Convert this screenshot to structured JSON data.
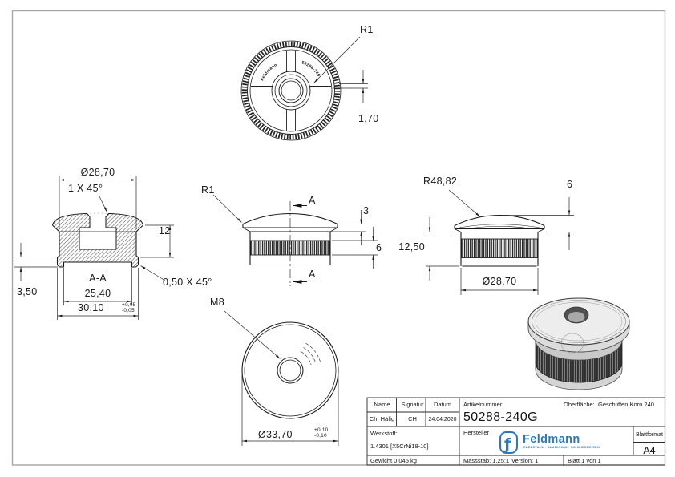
{
  "views": {
    "top": {
      "r1": "R1",
      "dim170": "1,70",
      "embossLeft": "Feldmann",
      "embossRight": "50288-240"
    },
    "section": {
      "dia": "Ø28,70",
      "chamferTop": "1 X 45°",
      "depth": "12",
      "flangeH": "3,50",
      "label": "A-A",
      "recess": "25,40",
      "outer": "30,10",
      "outerTolPlus": "+0,05",
      "outerTolMinus": "-0,05",
      "chamferBottom": "0,50 X 45°"
    },
    "side": {
      "r1": "R1",
      "secTop": "A",
      "secBottom": "A",
      "capH": "3",
      "knurlH": "6"
    },
    "right": {
      "radius": "R48,82",
      "capH": "6",
      "bodyH": "12,50",
      "dia": "Ø28,70"
    },
    "bottom": {
      "thread": "M8",
      "dia": "Ø33,70",
      "tolPlus": "+0,10",
      "tolMinus": "-0,10"
    }
  },
  "titleblock": {
    "name_label": "Name",
    "signatur_label": "Signatur",
    "datum_label": "Datum",
    "artikel_label": "Artikelnummer",
    "oberflaeche_label": "Oberfläche:",
    "oberflaeche_value": "Geschliffen Korn 240",
    "name_value": "Ch. Häfig",
    "signatur_value": "CH",
    "datum_value": "24.04.2020",
    "artikelnummer": "50288-240G",
    "werkstoff_label": "Werkstoff:",
    "werkstoff_value": "1.4301 [X5CrNi18-10]",
    "hersteller_label": "Hersteller",
    "logo_text": "Feldmann",
    "logo_tagline": "EDELSTAHL · ALUMINIUM · SCHMIEDEEISEN",
    "blattformat_label": "Blattformat",
    "blattformat_value": "A4",
    "gewicht": "Gewicht 0.045 kg",
    "massstab": "Massstab: 1.25:1",
    "version": "Version: 1",
    "blatt": "Blatt 1 von 1"
  },
  "colors": {
    "logo_blue": "#2e77b8",
    "line": "#1b1b1b",
    "frame_gray": "#a6a6a6"
  }
}
